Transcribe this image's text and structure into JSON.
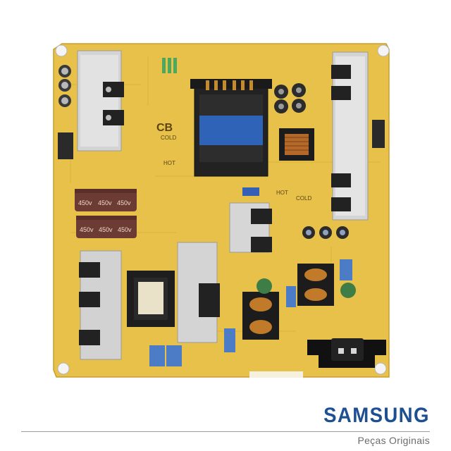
{
  "image": {
    "subject": "power-supply-board",
    "colors": {
      "board": "#e8c14a",
      "board_shade": "#d9ad34",
      "heatsink": "#d4d4d4",
      "transformer_core": "#222222",
      "transformer_label": "#2f63b8",
      "capacitor_brown": "#6b3b34",
      "brand_blue": "#1d4f91"
    }
  },
  "board_markings": {
    "cap_rating_1": "450v",
    "cap_rating_2": "450v",
    "cap_rating_3": "450v",
    "cap_rating_4": "450v",
    "cap_rating_5": "450v",
    "cap_rating_6": "450v",
    "cb_mark": "CB",
    "cold_label": "COLD",
    "hot_label": "HOT",
    "hot_label_2": "HOT",
    "cold_label_2": "COLD"
  },
  "branding": {
    "wordmark": "SAMSUNG",
    "tagline": "Peças Originais"
  }
}
